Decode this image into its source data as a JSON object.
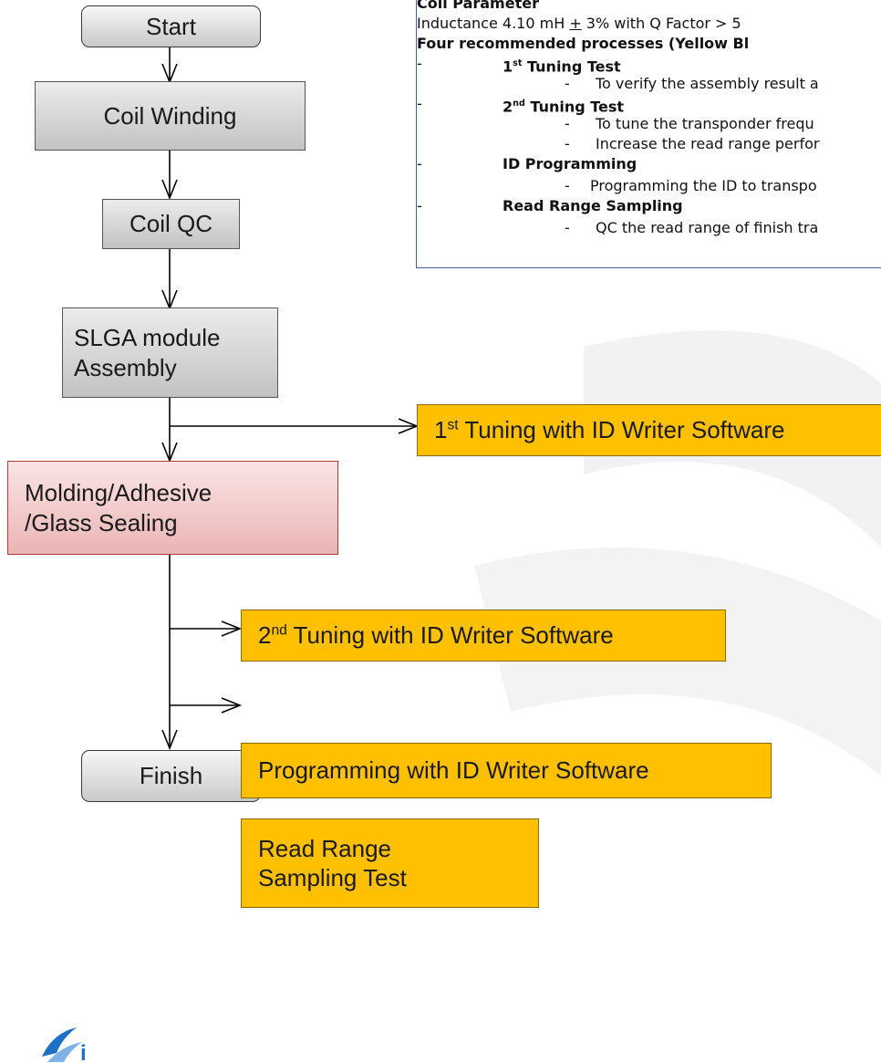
{
  "flow": {
    "start": "Start",
    "coil_winding": "Coil Winding",
    "coil_qc": "Coil QC",
    "slga_line1": "SLGA module",
    "slga_line2": "Assembly",
    "molding_line1": "Molding/Adhesive",
    "molding_line2": "/Glass Sealing",
    "finish": "Finish"
  },
  "yellow_blocks": {
    "tuning1_pre": "1",
    "tuning1_sup": "st",
    "tuning1_post": " Tuning with ID Writer Software",
    "tuning2_pre": "2",
    "tuning2_sup": "nd",
    "tuning2_post": " Tuning with ID Writer Software",
    "programming": "Programming with ID Writer Software",
    "read_range_line1": "Read Range",
    "read_range_line2": "Sampling Test"
  },
  "notes": {
    "heading": "Coil Parameter",
    "inductance_a": "Inductance  4.10 mH ",
    "inductance_pm": "+",
    "inductance_b": " 3% with Q Factor > 5",
    "processes_heading": "Four recommended processes (Yellow Bl",
    "dash": "-",
    "p1_pre": "1",
    "p1_sup": "st",
    "p1_post": " Tuning Test",
    "p1_detail": "To verify the assembly result a",
    "p2_pre": "2",
    "p2_sup": "nd",
    "p2_post": " Tuning Test",
    "p2_detail_1": "To tune the transponder frequ",
    "p2_detail_2": "Increase the read range perfor",
    "p3": "ID Programming",
    "p3_detail": "Programming the ID to transpo",
    "p4": "Read Range Sampling",
    "p4_detail": "QC the read range of finish tra"
  },
  "logo": {
    "text": "i",
    "color_blue": "#1f6fc5",
    "color_light": "#7fb2e5"
  },
  "colors": {
    "yellow": "#ffc000",
    "pink": "#eab5b5",
    "grey": "#c9c9c9",
    "notes_border": "#44628c"
  }
}
